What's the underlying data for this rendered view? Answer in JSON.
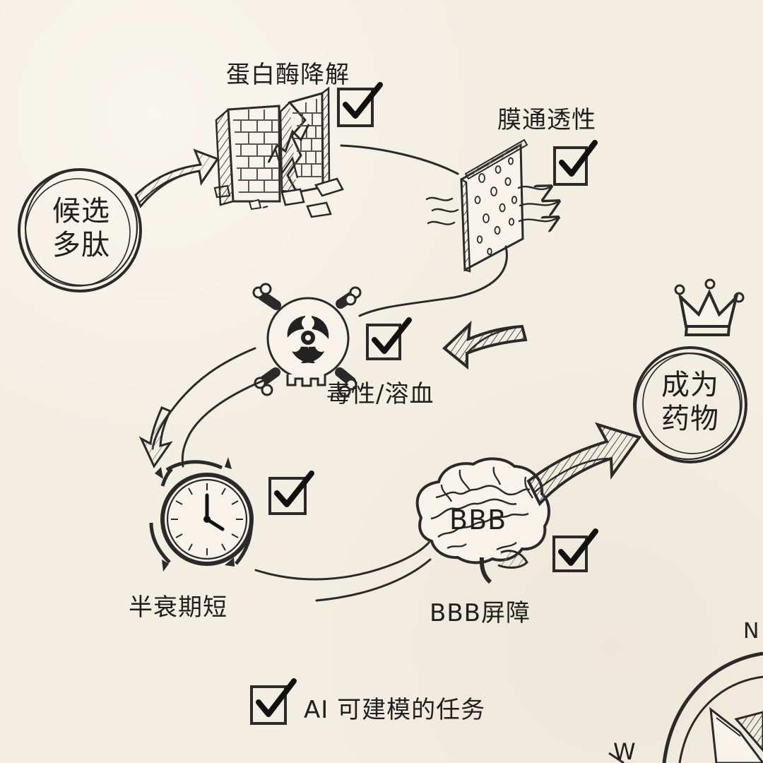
{
  "diagram": {
    "start_node": {
      "line1": "候选",
      "line2": "多肽"
    },
    "steps": [
      {
        "id": "protease",
        "label": "蛋白酶降解"
      },
      {
        "id": "permeability",
        "label": "膜通透性"
      },
      {
        "id": "toxicity",
        "label": "毒性/溶血"
      },
      {
        "id": "half_life",
        "label": "半衰期短"
      },
      {
        "id": "bbb",
        "label": "BBB屏障",
        "inner_label": "BBB"
      }
    ],
    "end_node": {
      "line1": "成为",
      "line2": "药物"
    },
    "legend": {
      "label": "AI 可建模的任务"
    },
    "compass": {
      "north": "N",
      "west": "W"
    }
  }
}
